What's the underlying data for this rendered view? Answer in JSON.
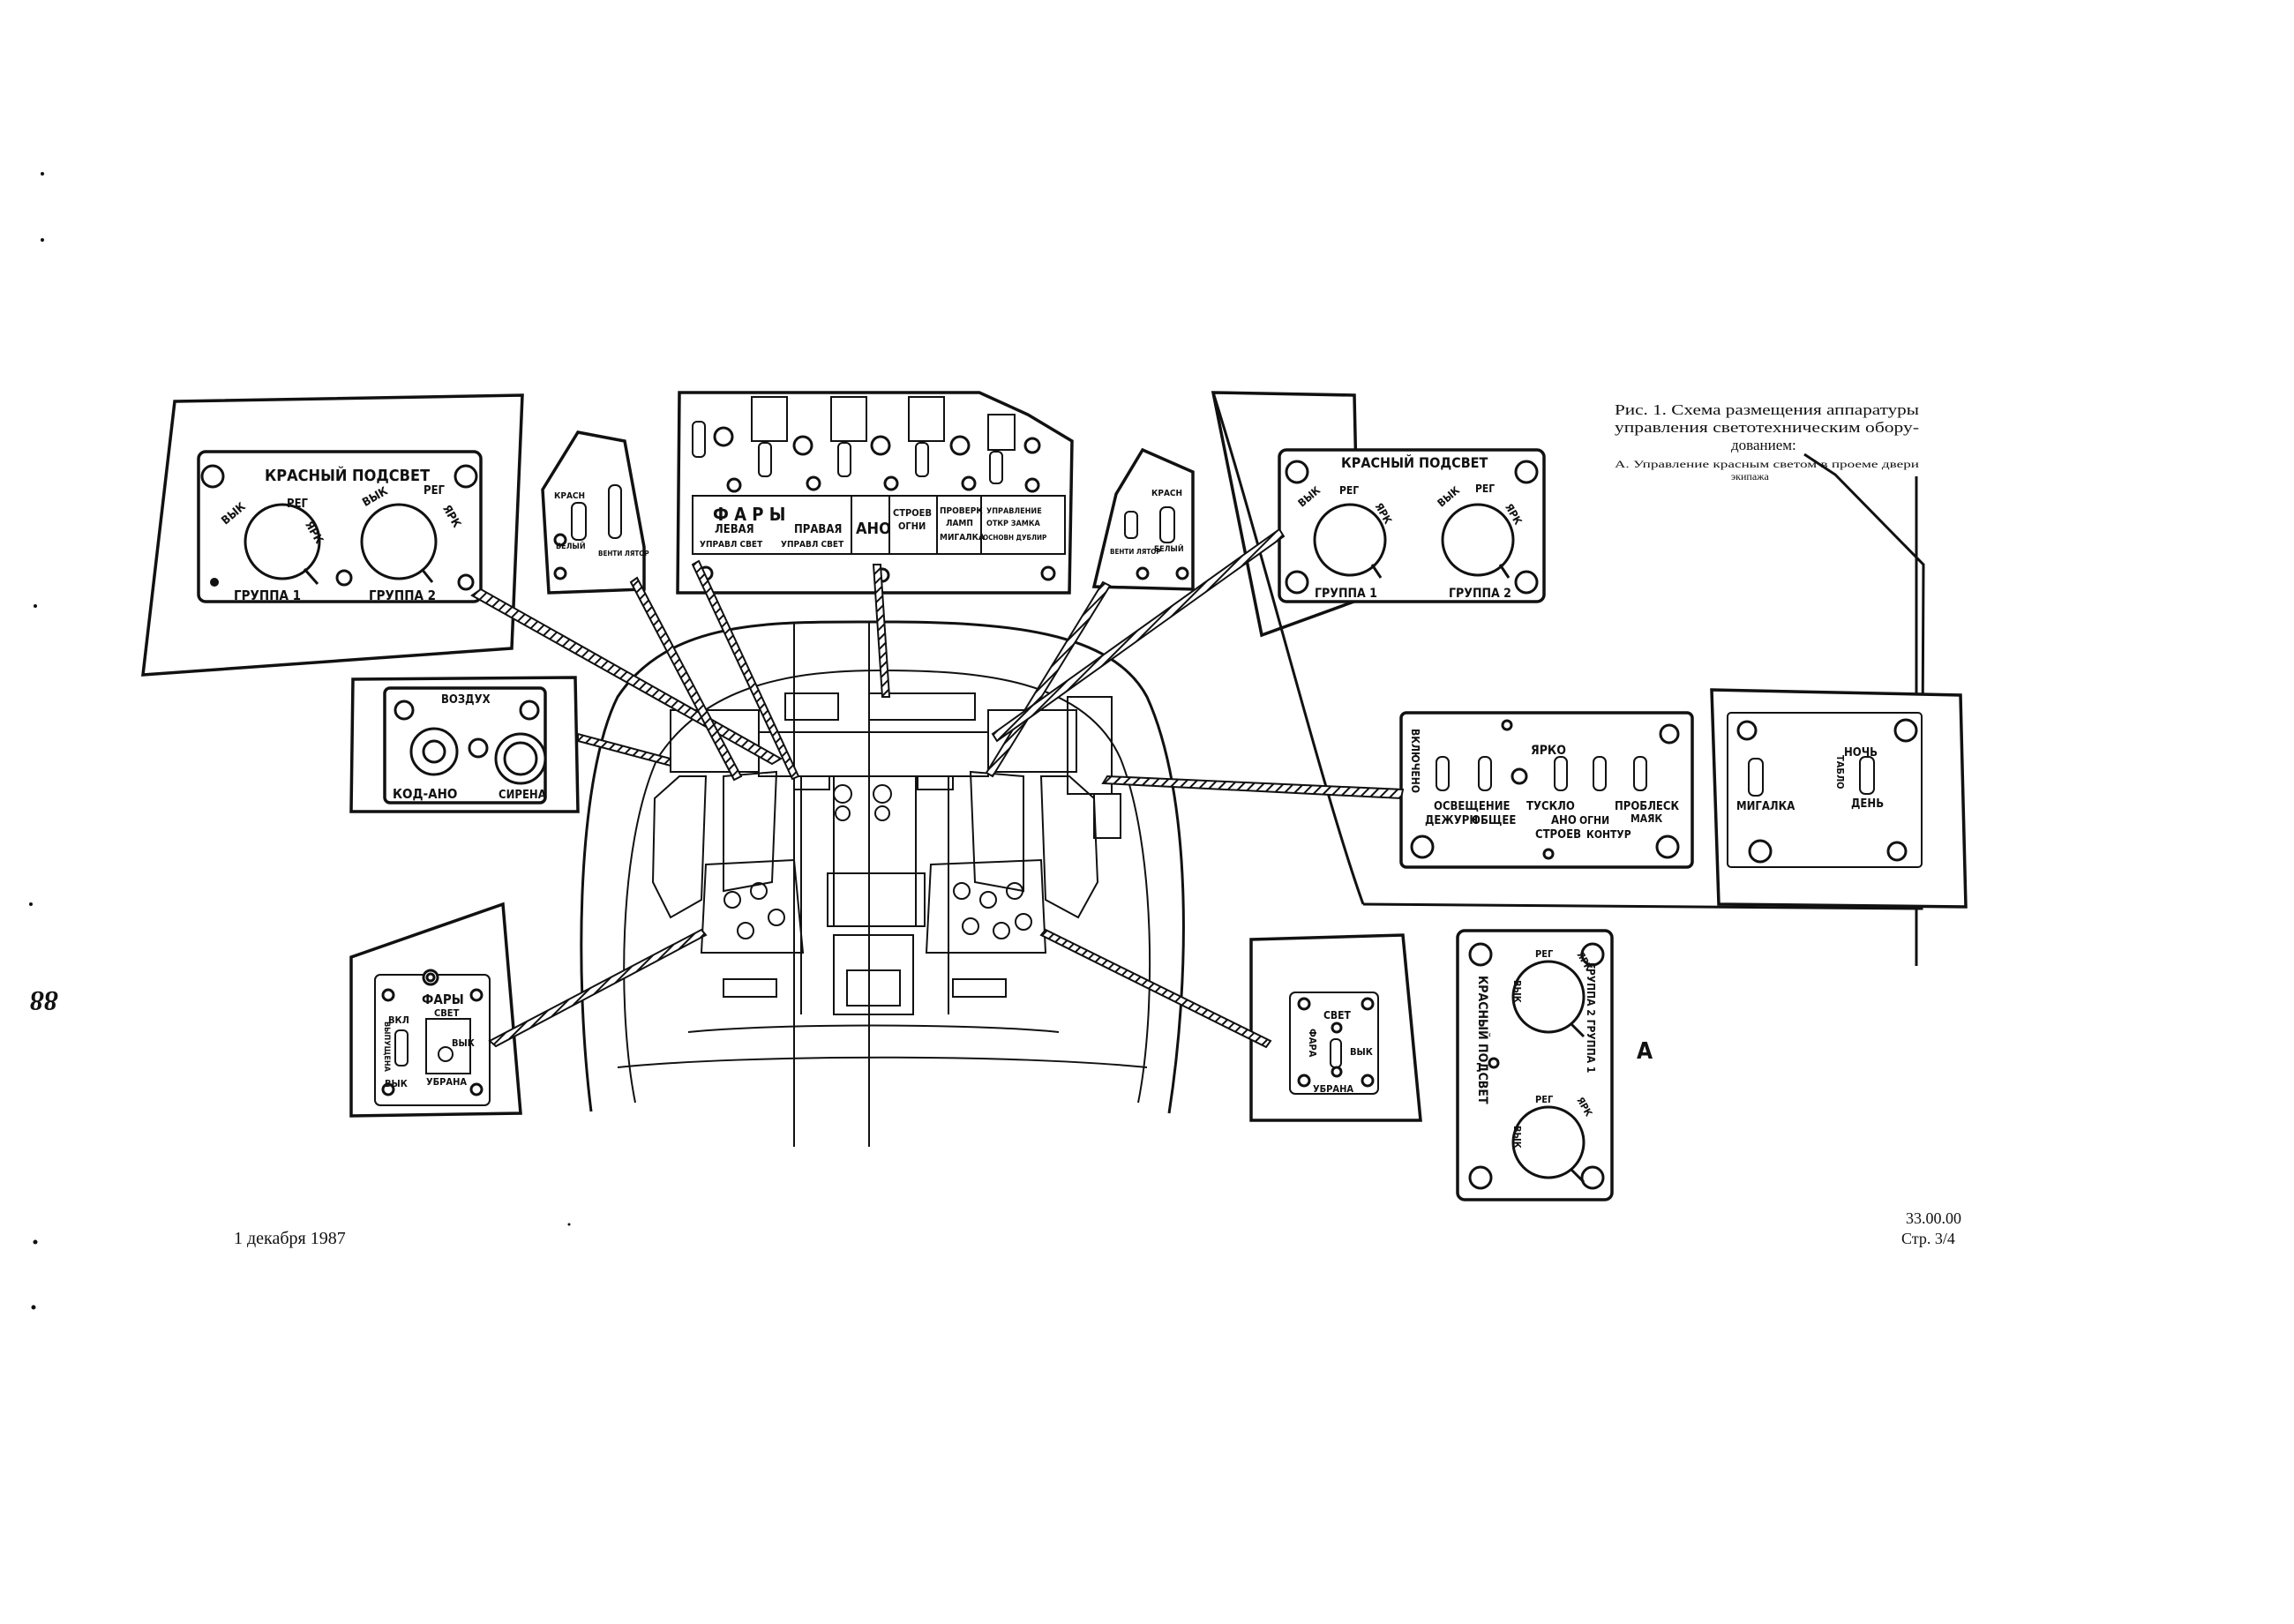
{
  "caption": {
    "line1": "Рис. 1. Схема размещения аппаратуры",
    "line2": "управления светотехническим обору-",
    "line3": "дованием:",
    "sub1": "А. Управление красным светом в проеме двери",
    "sub2": "экипажа"
  },
  "footer": {
    "date": "1 декабря 1987",
    "code": "33.00.00",
    "page": "Стр. 3/4"
  },
  "margin_number": "88",
  "view_letter": "А",
  "panels": {
    "red_left": {
      "title": "КРАСНЫЙ ПОДСВЕТ",
      "group1": "ГРУППА 1",
      "group2": "ГРУППА 2",
      "off": "ВЫК",
      "reg": "РЕГ",
      "bright": "ЯРК"
    },
    "red_right": {
      "title": "КРАСНЫЙ ПОДСВЕТ",
      "group1": "ГРУППА 1",
      "group2": "ГРУППА 2",
      "off": "ВЫК",
      "reg": "РЕГ",
      "bright": "ЯРК"
    },
    "air": {
      "title": "ВОЗДУХ",
      "kod": "КОД-АНО",
      "siren": "СИРЕНА"
    },
    "overhead": {
      "headlights": "Ф А Р Ы",
      "left": "ЛЕВАЯ",
      "left_sub": "УПРАВЛ СВЕТ",
      "right": "ПРАВАЯ",
      "right_sub": "УПРАВЛ СВЕТ",
      "ano": "АНО",
      "stroev1": "СТРОЕВ",
      "stroev2": "ОГНИ",
      "check1": "ПРОВЕРК",
      "check2": "ЛАМП",
      "check3": "МИГАЛКА",
      "ctrl1": "УПРАВЛЕНИЕ",
      "ctrl2": "ОТКР ЗАМКА",
      "ctrl3": "ОСНОВН ДУБЛИР"
    },
    "small_left": {
      "top": "КРАСН",
      "bottom": "БЕЛЫЙ",
      "fan": "ВЕНТИ ЛЯТОР"
    },
    "small_right": {
      "top": "КРАСН",
      "bottom": "БЕЛЫЙ",
      "fan": "ВЕНТИ ЛЯТОР"
    },
    "lighting": {
      "bright": "ЯРКО",
      "on": "ВКЛЮЧЕНО",
      "lighting1": "ОСВЕЩЕНИЕ",
      "duty": "ДЕЖУРН",
      "general": "ОБЩЕЕ",
      "dim": "ТУСКЛО",
      "ano": "АНО",
      "stroev": "СТРОЕВ",
      "lights": "ОГНИ",
      "contour": "КОНТУР",
      "flash": "ПРОБЛЕСК",
      "beacon": "МАЯК"
    },
    "blinker": {
      "blinker": "МИГАЛКА",
      "night": "НОЧЬ",
      "table": "ТАБЛО",
      "day": "ДЕНЬ"
    },
    "headlight_left": {
      "title": "ФАРЫ",
      "light": "СВЕТ",
      "on": "ВКЛ",
      "off": "ВЫК",
      "retract": "УБРАНА",
      "release": "ВЫПУЩЕНА"
    },
    "headlight_right": {
      "light": "СВЕТ",
      "title": "ФАРА",
      "off": "ВЫК",
      "retract": "УБРАНА"
    },
    "door": {
      "title_left": "КРАСНЫЙ ПОДСВЕТ",
      "title_right": "ГРУППА 2 ГРУППА 1",
      "off": "ВЫК",
      "reg": "РЕГ",
      "bright": "ЯРК"
    }
  },
  "colors": {
    "ink": "#111111",
    "paper": "#ffffff"
  }
}
